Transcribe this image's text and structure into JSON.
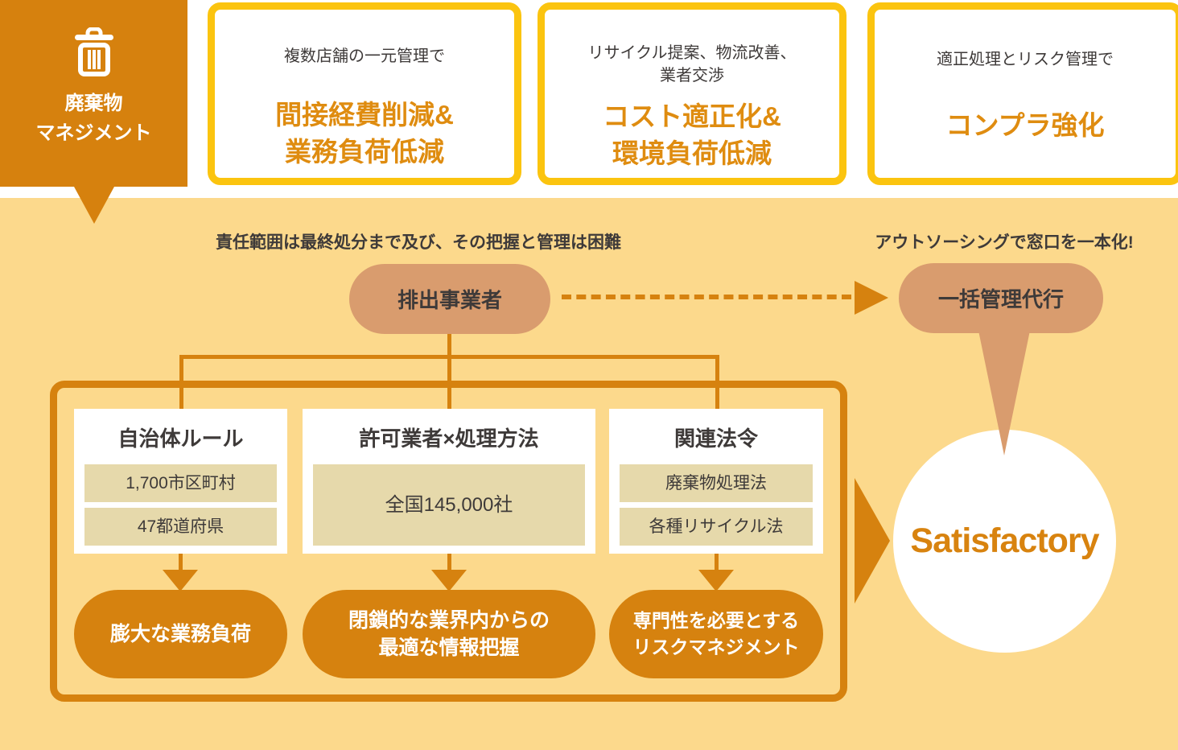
{
  "header": {
    "icon": "trash-icon",
    "line1": "廃棄物",
    "line2": "マネジメント"
  },
  "benefit_cards": [
    {
      "subtitle_lines": [
        "複数店舗の一元管理で"
      ],
      "headline_lines": [
        "間接経費削減&",
        "業務負荷低減"
      ]
    },
    {
      "subtitle_lines": [
        "リサイクル提案、物流改善、",
        "業者交渉"
      ],
      "headline_lines": [
        "コスト適正化&",
        "環境負荷低減"
      ]
    },
    {
      "subtitle_lines": [
        "適正処理とリスク管理で"
      ],
      "headline_lines": [
        "コンプラ強化"
      ]
    }
  ],
  "diagram": {
    "caption_left": "責任範囲は最終処分まで及び、その把握と管理は困難",
    "caption_right": "アウトソーシングで窓口を一本化!",
    "emitter_label": "排出事業者",
    "proxy_label": "一括管理代行",
    "result_label": "Satisfactory",
    "columns": [
      {
        "title": "自治体ルール",
        "items": [
          "1,700市区町村",
          "47都道府県"
        ],
        "burden_lines": [
          "膨大な業務負荷"
        ]
      },
      {
        "title": "許可業者×処理方法",
        "items": [
          "全国145,000社"
        ],
        "burden_lines": [
          "閉鎖的な業界内からの",
          "最適な情報把握"
        ]
      },
      {
        "title": "関連法令",
        "items": [
          "廃棄物処理法",
          "各種リサイクル法"
        ],
        "burden_lines": [
          "専門性を必要とする",
          "リスクマネジメント"
        ]
      }
    ]
  },
  "colors": {
    "deep_orange": "#D6820F",
    "header_orange": "#D6810E",
    "yellow_background": "#FCD98C",
    "card_border_yellow": "#FBC40F",
    "orange_headline_text": "#DF8C10",
    "tan_pill": "#D99C6E",
    "beige_item": "#E6D9AB",
    "dark_text": "#3E3A39",
    "satisfactory_text": "#D8830F",
    "white": "#FFFFFF"
  }
}
